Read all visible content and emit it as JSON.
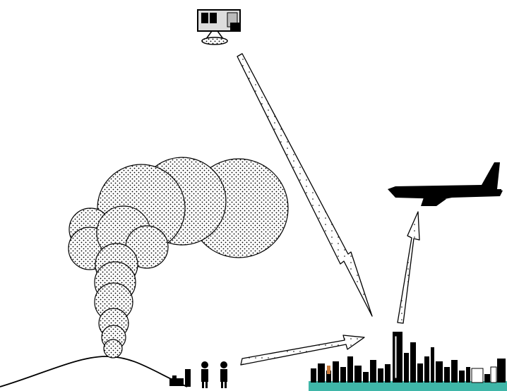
{
  "diagram": {
    "elements": [
      {
        "name": "satellite-icon",
        "label": ""
      },
      {
        "name": "volcanic-ash-plume",
        "label": ""
      },
      {
        "name": "volcano-slope",
        "label": ""
      },
      {
        "name": "airplane-icon",
        "label": ""
      },
      {
        "name": "city-skyline",
        "label": ""
      },
      {
        "name": "ground-observers",
        "label": ""
      }
    ],
    "links": [
      {
        "name": "arrow-satellite-to-city",
        "from": "satellite-icon",
        "to": "city-skyline"
      },
      {
        "name": "arrow-observers-to-city",
        "from": "ground-observers",
        "to": "city-skyline"
      },
      {
        "name": "arrow-city-to-airplane",
        "from": "city-skyline",
        "to": "airplane-icon"
      }
    ],
    "colors": {
      "stroke": "#000000",
      "fill": "#ffffff",
      "stipple": "#000000",
      "water": "#3fb6a8",
      "building_accent": "#c97a3a"
    }
  }
}
